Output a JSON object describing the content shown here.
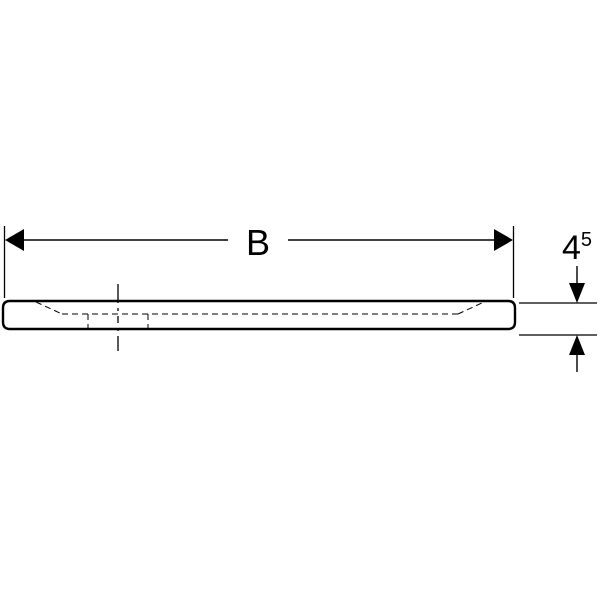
{
  "drawing": {
    "width_label": "B",
    "thickness_value": "4",
    "thickness_superscript": "5",
    "line_color": "#000000",
    "background_color": "#ffffff"
  }
}
